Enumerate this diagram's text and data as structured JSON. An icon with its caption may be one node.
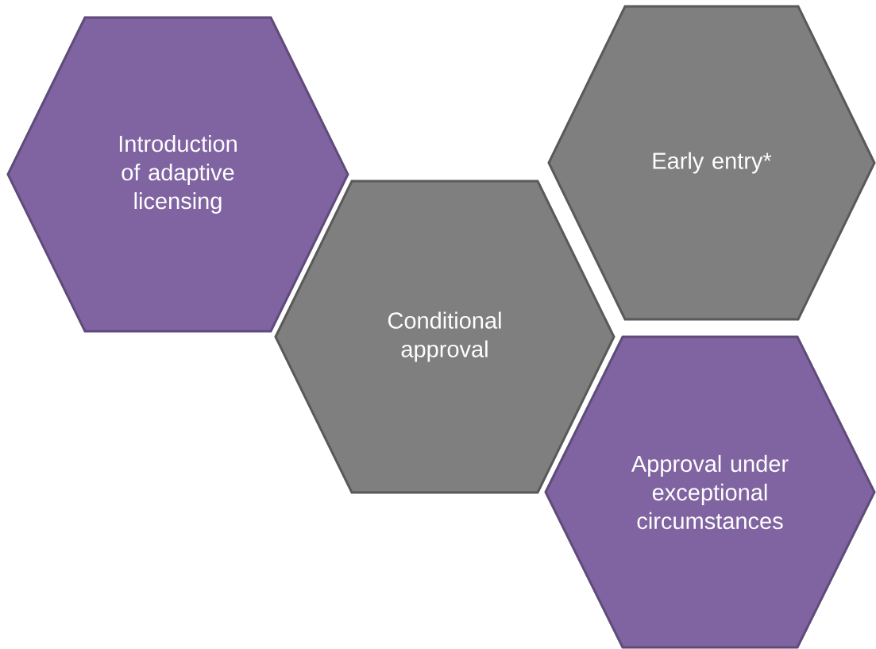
{
  "diagram": {
    "nodes": [
      {
        "text": [
          "Introduction of adaptive licensing"
        ]
      },
      {
        "text": [
          "Conditional approval"
        ]
      },
      {
        "text": [
          "Early entry*"
        ]
      },
      {
        "text": [
          "Approval under exceptional circumstances"
        ]
      }
    ]
  }
}
